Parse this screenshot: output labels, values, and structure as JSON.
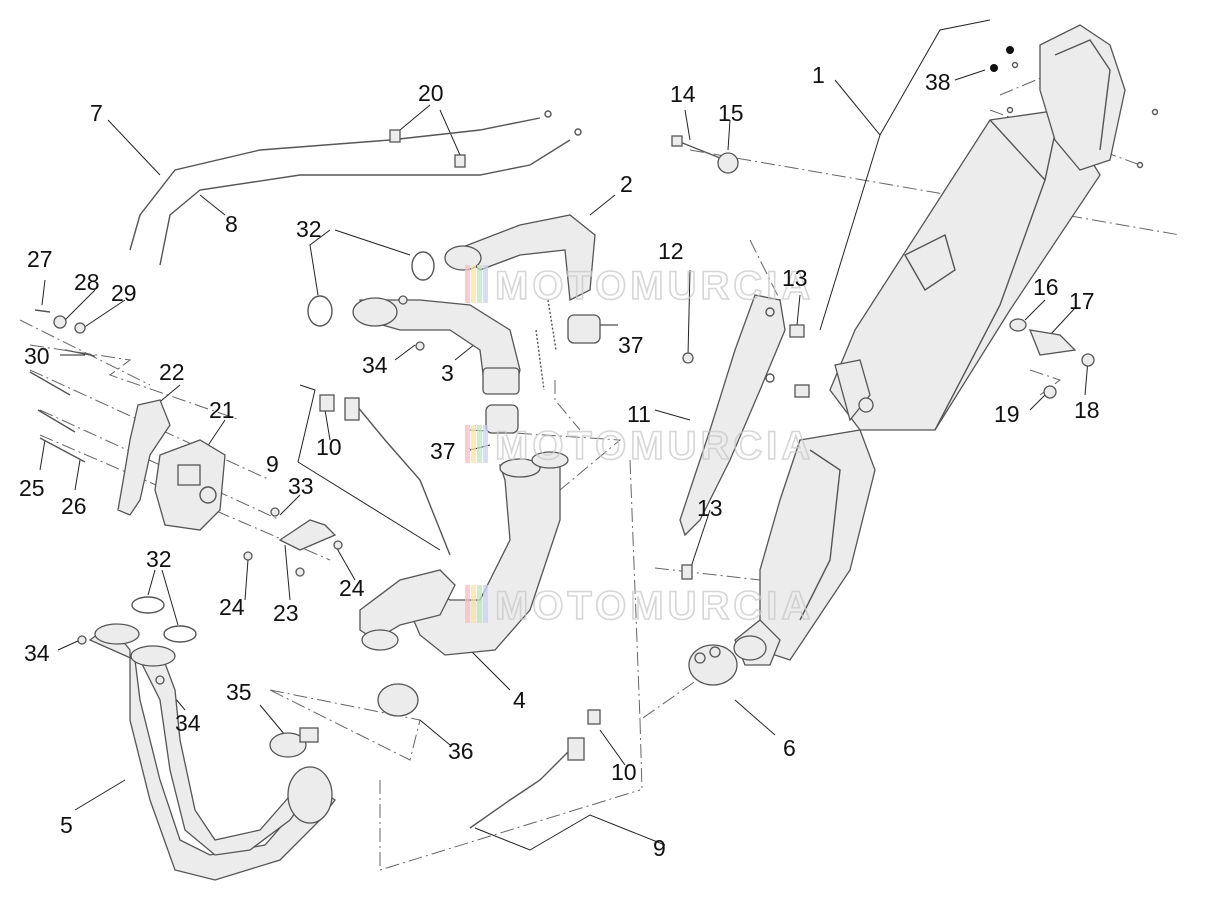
{
  "watermark": {
    "text": "MOTOMURCIA",
    "stripe_colors": [
      "#f2c0c0",
      "#f7e2a8",
      "#bfe3bf",
      "#c7d3f0"
    ]
  },
  "callouts": [
    {
      "id": "c1",
      "text": "1"
    },
    {
      "id": "c2",
      "text": "2"
    },
    {
      "id": "c3",
      "text": "3"
    },
    {
      "id": "c4",
      "text": "4"
    },
    {
      "id": "c5",
      "text": "5"
    },
    {
      "id": "c6",
      "text": "6"
    },
    {
      "id": "c7",
      "text": "7"
    },
    {
      "id": "c8",
      "text": "8"
    },
    {
      "id": "c9a",
      "text": "9"
    },
    {
      "id": "c9b",
      "text": "9"
    },
    {
      "id": "c10a",
      "text": "10"
    },
    {
      "id": "c10b",
      "text": "10"
    },
    {
      "id": "c11",
      "text": "11"
    },
    {
      "id": "c12",
      "text": "12"
    },
    {
      "id": "c13a",
      "text": "13"
    },
    {
      "id": "c13b",
      "text": "13"
    },
    {
      "id": "c14",
      "text": "14"
    },
    {
      "id": "c15",
      "text": "15"
    },
    {
      "id": "c16",
      "text": "16"
    },
    {
      "id": "c17",
      "text": "17"
    },
    {
      "id": "c18",
      "text": "18"
    },
    {
      "id": "c19",
      "text": "19"
    },
    {
      "id": "c20",
      "text": "20"
    },
    {
      "id": "c21",
      "text": "21"
    },
    {
      "id": "c22",
      "text": "22"
    },
    {
      "id": "c23",
      "text": "23"
    },
    {
      "id": "c24a",
      "text": "24"
    },
    {
      "id": "c24b",
      "text": "24"
    },
    {
      "id": "c25",
      "text": "25"
    },
    {
      "id": "c26",
      "text": "26"
    },
    {
      "id": "c27",
      "text": "27"
    },
    {
      "id": "c28",
      "text": "28"
    },
    {
      "id": "c29",
      "text": "29"
    },
    {
      "id": "c30",
      "text": "30"
    },
    {
      "id": "c32a",
      "text": "32"
    },
    {
      "id": "c32b",
      "text": "32"
    },
    {
      "id": "c33",
      "text": "33"
    },
    {
      "id": "c34a",
      "text": "34"
    },
    {
      "id": "c34b",
      "text": "34"
    },
    {
      "id": "c34c",
      "text": "34"
    },
    {
      "id": "c35",
      "text": "35"
    },
    {
      "id": "c36",
      "text": "36"
    },
    {
      "id": "c37a",
      "text": "37"
    },
    {
      "id": "c37b",
      "text": "37"
    },
    {
      "id": "c38",
      "text": "38"
    }
  ]
}
